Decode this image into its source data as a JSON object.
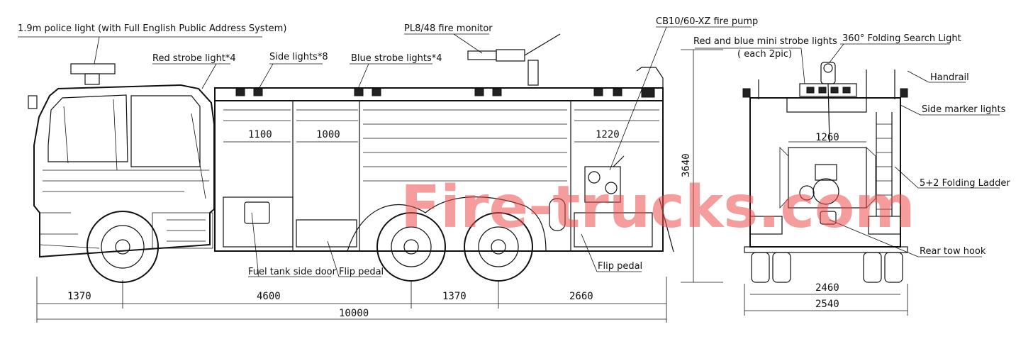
{
  "labels": {
    "police_light": "1.9m police light (with Full English Public Address System)",
    "red_strobe": "Red strobe light*4",
    "side_lights": "Side lights*8",
    "blue_strobe": "Blue strobe lights*4",
    "fire_monitor": "PL8/48 fire monitor",
    "fire_pump": "CB10/60-XZ fire pump",
    "mini_strobe_line1": "Red and blue mini strobe lights",
    "mini_strobe_line2": "( each 2pic)",
    "search_light": "360° Folding Search Light",
    "handrail": "Handrail",
    "side_marker": "Side marker lights",
    "ladder": "5+2 Folding Ladder",
    "tow_hook": "Rear tow hook",
    "fuel_door": "Fuel tank side door",
    "flip_pedal_1": "Flip pedal",
    "flip_pedal_2": "Flip pedal"
  },
  "dimensions": {
    "door1": "1100",
    "door2": "1000",
    "door3": "1220",
    "height": "3640",
    "rear_door": "1260",
    "front_overhang": "1370",
    "wheelbase": "4600",
    "axle_spacing": "1370",
    "rear_overhang": "2660",
    "overall_length": "10000",
    "track_width": "2460",
    "overall_width": "2540"
  },
  "watermark": "Fire-trucks.com",
  "colors": {
    "watermark": "#ec4b4b",
    "line": "#111111"
  }
}
